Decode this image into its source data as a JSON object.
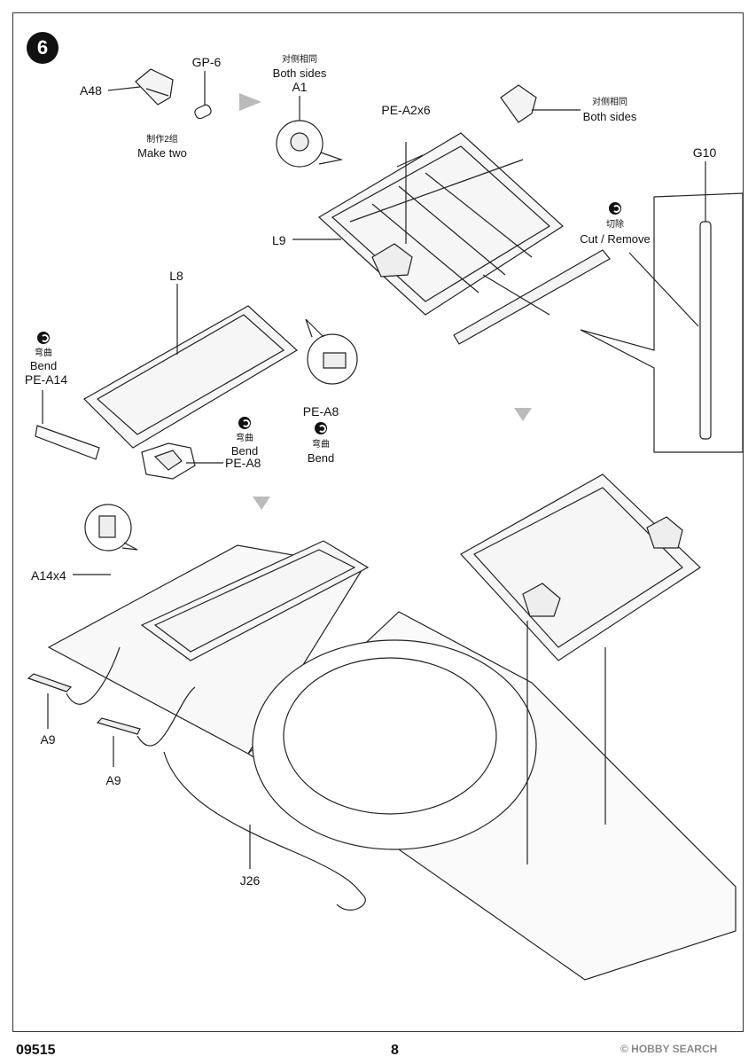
{
  "step_number": "6",
  "labels": {
    "gp6": "GP-6",
    "a48": "A48",
    "make_two_cn": "制作2组",
    "make_two": "Make two",
    "a1_cn": "对侧相同",
    "a1_both": "Both sides",
    "a1": "A1",
    "pe_a2x6": "PE-A2x6",
    "right_cn": "对侧相同",
    "right_both": "Both sides",
    "g10": "G10",
    "cut_cn": "切除",
    "cut": "Cut / Remove",
    "l9": "L9",
    "l8": "L8",
    "bend_cn_1": "弯曲",
    "bend_1": "Bend",
    "pe_a14": "PE-A14",
    "pe_a8_top": "PE-A8",
    "bend_cn_2": "弯曲",
    "bend_2": "Bend",
    "bend_cn_3": "弯曲",
    "bend_3": "Bend",
    "pe_a8_bottom": "PE-A8",
    "a14x4": "A14x4",
    "a9_1": "A9",
    "a9_2": "A9",
    "j26": "J26"
  },
  "footer": {
    "code": "09515",
    "page": "8",
    "watermark": "© HOBBY SEARCH"
  }
}
